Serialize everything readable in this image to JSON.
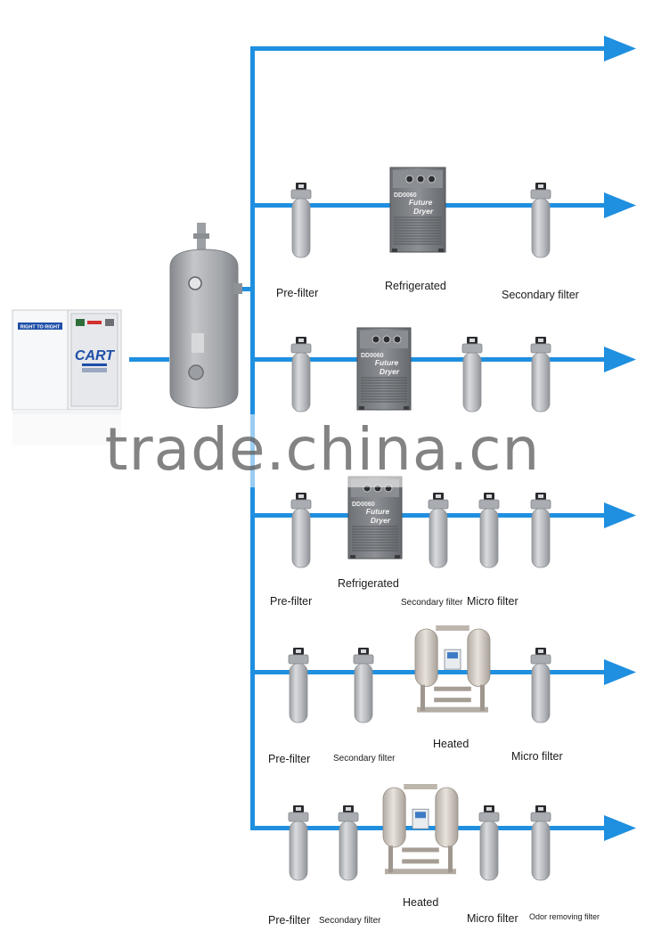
{
  "compressor": {
    "brand": "CART",
    "slogan": "RIGHT TO RIGHT"
  },
  "dryer_text": {
    "model": "DD0060",
    "line1": "Future",
    "line2": "Dryer"
  },
  "colors": {
    "pipe": "#1f8fe0",
    "filter": "#b9bcc0",
    "dryer": "#7d8084",
    "tank": "#a6a9ad"
  },
  "labels": {
    "row2_prefilter": "Pre-filter",
    "row2_refrigerated": "Refrigerated",
    "row2_secondary": "Secondary filter",
    "row4_prefilter": "Pre-filter",
    "row4_refrigerated": "Refrigerated",
    "row4_secondary": "Secondary filter",
    "row4_micro": "Micro filter",
    "row5_prefilter": "Pre-filter",
    "row5_secondary": "Secondary filter",
    "row5_heated": "Heated",
    "row5_micro": "Micro filter",
    "row6_prefilter": "Pre-filter",
    "row6_secondary": "Secondary filter",
    "row6_heated": "Heated",
    "row6_micro": "Micro filter",
    "row6_odor": "Odor removing filter"
  },
  "watermark": "trade.china.cn"
}
